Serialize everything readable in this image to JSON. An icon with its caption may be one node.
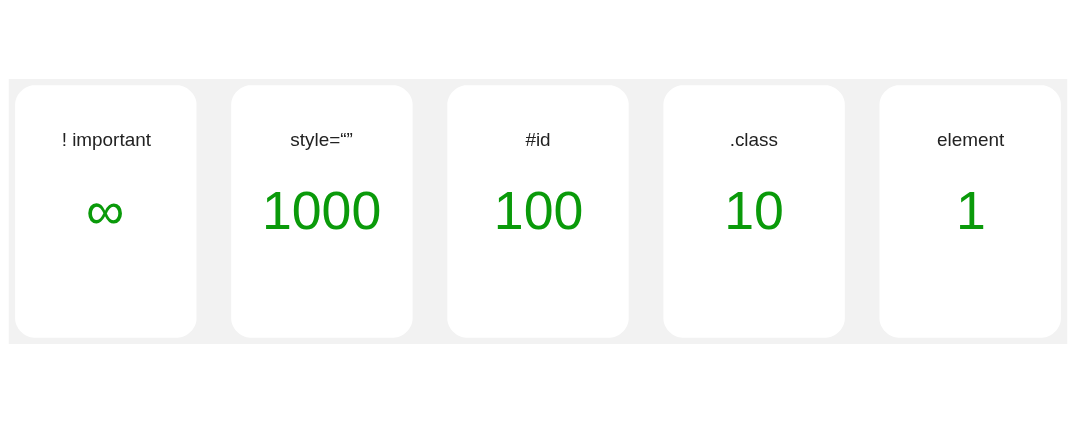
{
  "diagram": {
    "nodes": [
      {
        "text": [
          "! important",
          "∞"
        ]
      },
      {
        "text": [
          "style=“”",
          "1000"
        ]
      },
      {
        "text": [
          "#id",
          "100"
        ]
      },
      {
        "text": [
          ".class",
          "10"
        ]
      },
      {
        "text": [
          "element",
          "1"
        ]
      }
    ]
  }
}
